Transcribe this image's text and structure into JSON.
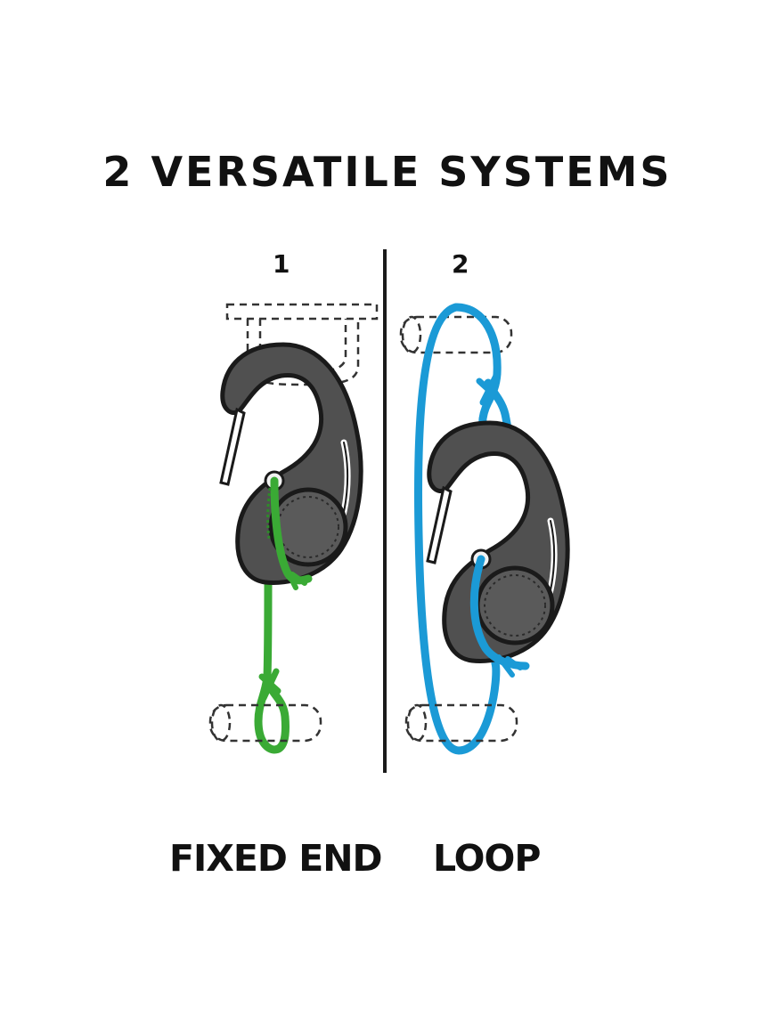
{
  "title": "2 VERSATILE SYSTEMS",
  "systems": [
    {
      "number": "1",
      "label": "FIXED END",
      "cord_color": "#3aaa35"
    },
    {
      "number": "2",
      "label": "LOOP",
      "cord_color": "#1b9ad6"
    }
  ],
  "colors": {
    "clip": "#505050",
    "clip_outline": "#1a1a1a",
    "divider": "#1a1a1a",
    "dashed": "#333333"
  },
  "icons": [
    "carabiner-clip-icon",
    "anchor-bar-icon",
    "cord-knot-icon"
  ]
}
